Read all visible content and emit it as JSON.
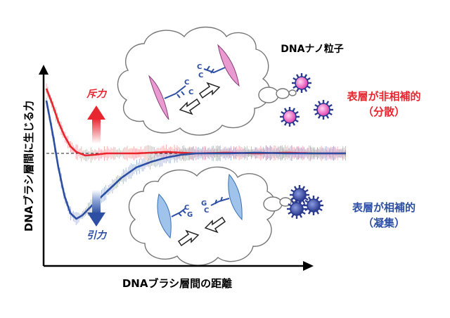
{
  "labels": {
    "y_axis": "DNAブラシ層間に生じる力",
    "x_axis": "DNAブラシ層間の距離",
    "repulsion": "斥力",
    "attraction": "引力",
    "nanoparticle": "DNAナノ粒子",
    "noncomp_line1": "表層が非相補的",
    "noncomp_line2": "（分散）",
    "comp_line1": "表層が相補的",
    "comp_line2": "（凝集）",
    "base_c": "C",
    "base_g": "G"
  },
  "colors": {
    "red": "#e8262f",
    "blue": "#2d4fa3",
    "pink": "#e99ad0",
    "light_blue": "#9fc3ea",
    "particle_navy": "#2b3a8f",
    "particle_pink": "#e33fb0"
  },
  "chart_data": {
    "type": "line",
    "title": "",
    "xlabel": "DNAブラシ層間の距離",
    "ylabel": "DNAブラシ層間に生じる力",
    "grid": false,
    "legend": "none",
    "baseline_y": 0,
    "series": [
      {
        "color": "#e8262f",
        "x": [
          0,
          0.2,
          0.4,
          0.6,
          0.8,
          1.0,
          1.3,
          1.6,
          2,
          3,
          4,
          5,
          6,
          7,
          8,
          9,
          10
        ],
        "y": [
          0.92,
          0.7,
          0.45,
          0.25,
          0.1,
          0.02,
          -0.03,
          -0.02,
          0.0,
          0.0,
          0.02,
          0.0,
          0.01,
          0.0,
          0.01,
          0.0,
          0.0
        ]
      },
      {
        "color": "#2d4fa3",
        "x": [
          0,
          0.2,
          0.4,
          0.6,
          0.8,
          1.0,
          1.2,
          1.5,
          2,
          2.5,
          3,
          3.5,
          4,
          4.5,
          5,
          6,
          7,
          8,
          9,
          10
        ],
        "y": [
          0.75,
          0.3,
          -0.2,
          -0.6,
          -0.85,
          -0.93,
          -0.88,
          -0.75,
          -0.55,
          -0.35,
          -0.2,
          -0.12,
          -0.06,
          -0.02,
          0.0,
          0.0,
          0.01,
          0.0,
          0.0,
          0.0
        ]
      }
    ]
  }
}
